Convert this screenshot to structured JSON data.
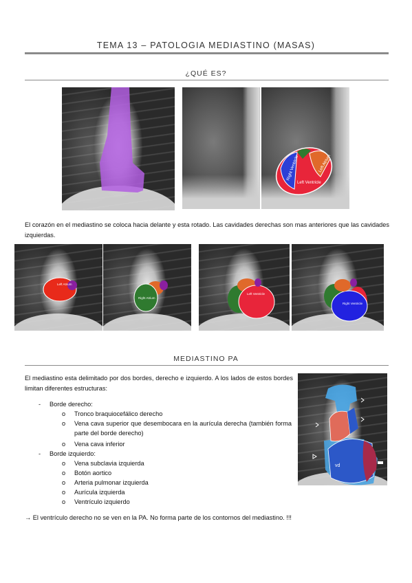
{
  "header": {
    "title": "TEMA 13 – PATOLOGIA MEDIASTINO (MASAS)"
  },
  "section1": {
    "heading": "¿QUÉ ES?",
    "paragraph": "El corazón en el mediastino se coloca hacia delante y esta rotado. Las cavidades derechas son mas anteriores que las cavidades izquierdas.",
    "lateral_labels": {
      "right_ventricle": "Right Ventricle",
      "left_ventricle": "Left Ventricle",
      "left_atrium": "Left Atrium"
    },
    "pa_labels": {
      "left_atrium": "Left Atrium",
      "right_atrium": "Right Atrium",
      "left_ventricle": "Left Ventricle",
      "right_ventricle": "Right Ventricle"
    }
  },
  "section2": {
    "heading": "MEDIASTINO PA",
    "intro": "El mediastino esta delimitado por dos bordes, derecho e izquierdo. A los lados de estos bordes limitan diferentes estructuras:",
    "right_border": {
      "label": "Borde derecho:",
      "items": [
        "Tronco braquiocefálico derecho",
        "Vena cava superior que desembocara en la aurícula derecha (también forma parte del borde derecho)",
        "Vena cava inferior"
      ]
    },
    "left_border": {
      "label": "Borde izquierdo:",
      "items": [
        "Vena subclavia izquierda",
        "Botón aortico",
        "Arteria pulmonar izquierda",
        "Aurícula izquierda",
        "Ventrículo izquierdo"
      ]
    },
    "diagram_label": "vd",
    "note": "→ El ventrículo derecho no se ven en la PA. No forma parte de los contornos del mediastino. !!!"
  },
  "colors": {
    "mediastinum": "#b25ee0",
    "right_ventricle": "#e8253a",
    "left_ventricle": "#2c6fd6",
    "left_atrium": "#8a1fa0",
    "right_atrium": "#2f7a2f",
    "aorta": "#4aa3e0"
  }
}
